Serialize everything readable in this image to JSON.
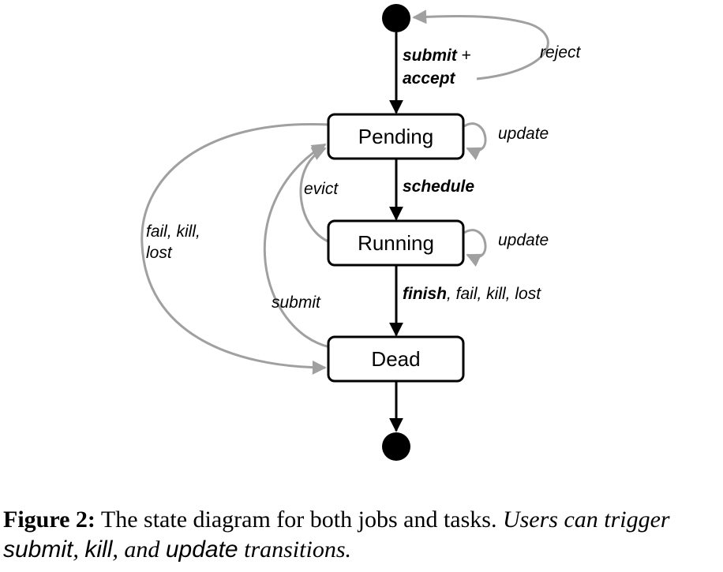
{
  "states": {
    "pending": "Pending",
    "running": "Running",
    "dead": "Dead"
  },
  "transitions": {
    "submit": "submit",
    "plus": " +",
    "accept": "accept",
    "reject": "reject",
    "update_pending": "update",
    "schedule": "schedule",
    "evict": "evict",
    "update_running": "update",
    "finish": "finish",
    "finish_rest": ", fail, kill, lost",
    "fail_kill_line1": "fail, kill,",
    "fail_kill_line2": "lost",
    "resubmit": "submit"
  },
  "caption": {
    "label": "Figure 2:",
    "text": " The state diagram for both jobs and tasks. ",
    "users_can_trigger": "Users can trigger ",
    "submit": "submit",
    "sep1": ", ",
    "kill": "kill",
    "sep2": ", and ",
    "update": "update",
    "end": " transitions."
  },
  "colors": {
    "main_edge": "#000000",
    "secondary_edge": "#a0a0a0"
  }
}
